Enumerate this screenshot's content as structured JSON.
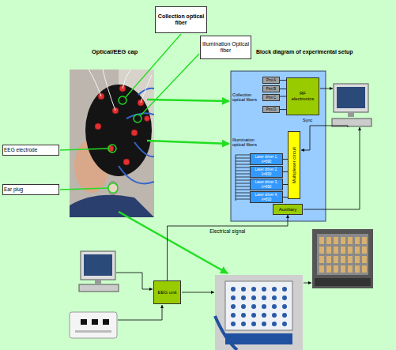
{
  "diagram": {
    "nodes": [
      {
        "text": [
          "Collection optical fiber"
        ]
      },
      {
        "text": [
          "Illumination Optical fiber"
        ]
      },
      {
        "text": [
          "EEG electrode"
        ]
      },
      {
        "text": [
          "Ear plug"
        ]
      },
      {
        "text": [
          "Pmt A"
        ]
      },
      {
        "text": [
          "Pmt B"
        ]
      },
      {
        "text": [
          "Pmt C"
        ]
      },
      {
        "text": [
          "Pmt D"
        ]
      },
      {
        "text": [
          "RF electronics"
        ]
      },
      {
        "text": [
          "Laser driver 1, λ=690"
        ]
      },
      {
        "text": [
          "Laser driver 2, λ=830"
        ]
      },
      {
        "text": [
          "Laser driver 3, λ=690"
        ]
      },
      {
        "text": [
          "Laser driver 4, λ=830"
        ]
      },
      {
        "text": [
          "Multiplexer circuit"
        ]
      },
      {
        "text": [
          "Auxiliary"
        ]
      },
      {
        "text": [
          "EEG unit"
        ]
      }
    ],
    "edges": [
      {
        "from": 4,
        "to": 8,
        "arrow": "none"
      },
      {
        "from": 5,
        "to": 8,
        "arrow": "none"
      },
      {
        "from": 6,
        "to": 8,
        "arrow": "none"
      },
      {
        "from": 7,
        "to": 8,
        "arrow": "none"
      },
      {
        "from": 13,
        "to": 9,
        "arrow": "none"
      },
      {
        "from": 13,
        "to": 10,
        "arrow": "none"
      },
      {
        "from": 13,
        "to": 11,
        "arrow": "none"
      },
      {
        "from": 13,
        "to": 12,
        "arrow": "none"
      },
      {
        "from": 15,
        "to": 14,
        "label": "Electrical signal",
        "arrow": "to"
      }
    ],
    "labels": [
      "Optical/EEG cap",
      "Block diagram of experimental setup",
      "Collection optical fibers",
      "Illumination optical fibers",
      "Sync"
    ]
  }
}
